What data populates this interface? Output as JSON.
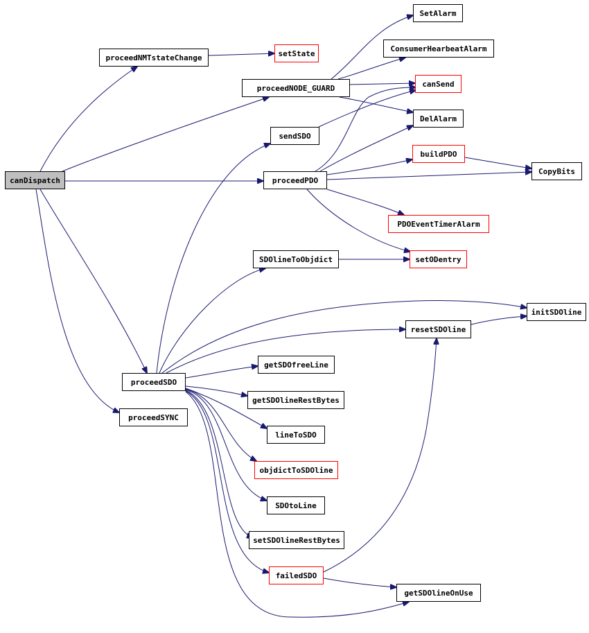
{
  "nodes": {
    "canDispatch": "canDispatch",
    "proceedNMTstateChange": "proceedNMTstateChange",
    "setState": "setState",
    "proceedNODE_GUARD": "proceedNODE_GUARD",
    "SetAlarm": "SetAlarm",
    "ConsumerHearbeatAlarm": "ConsumerHearbeatAlarm",
    "canSend": "canSend",
    "DelAlarm": "DelAlarm",
    "sendSDO": "sendSDO",
    "buildPDO": "buildPDO",
    "proceedPDO": "proceedPDO",
    "CopyBits": "CopyBits",
    "PDOEventTimerAlarm": "PDOEventTimerAlarm",
    "SDOlineToObjdict": "SDOlineToObjdict",
    "setODentry": "setODentry",
    "initSDOline": "initSDOline",
    "resetSDOline": "resetSDOline",
    "getSDOfreeLine": "getSDOfreeLine",
    "proceedSDO": "proceedSDO",
    "getSDOlineRestBytes": "getSDOlineRestBytes",
    "proceedSYNC": "proceedSYNC",
    "lineToSDO": "lineToSDO",
    "objdictToSDOline": "objdictToSDOline",
    "SDOtoLine": "SDOtoLine",
    "setSDOlineRestBytes": "setSDOlineRestBytes",
    "failedSDO": "failedSDO",
    "getSDOlineOnUse": "getSDOlineOnUse"
  },
  "colors": {
    "edge": "#191970",
    "node_border": "#000000",
    "undocumented_border": "#ff0000",
    "root_fill": "#bfbfbf"
  }
}
